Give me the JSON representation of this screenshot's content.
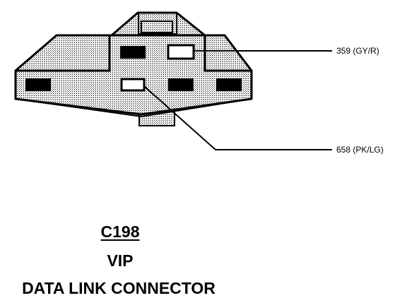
{
  "diagram": {
    "pin_callouts": [
      {
        "label": "359 (GY/R)"
      },
      {
        "label": "658 (PK/LG)"
      }
    ]
  },
  "caption": {
    "connector_id": "C198",
    "location": "VIP",
    "name": "DATA LINK CONNECTOR"
  },
  "colors": {
    "outline": "#000000",
    "body_fill": "#bdbdbd",
    "background": "#ffffff"
  }
}
